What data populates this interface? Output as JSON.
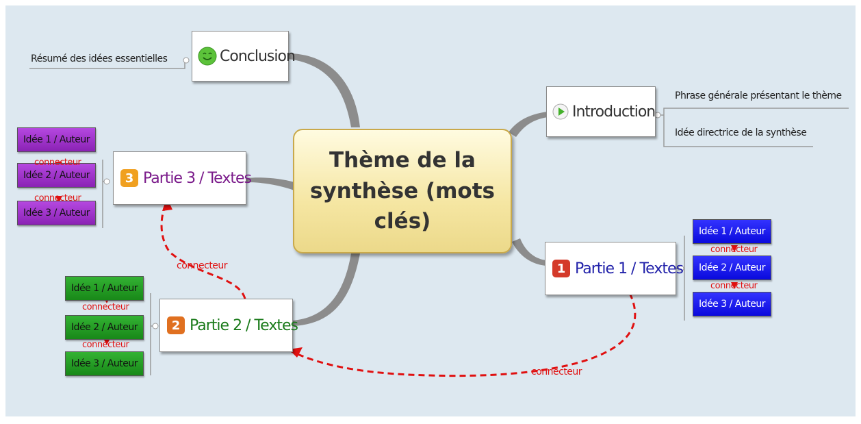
{
  "central": {
    "line1": "Thème de la",
    "line2": "synthèse (mots clés)"
  },
  "conclusion": {
    "label": "Conclusion",
    "icon": "smiley-icon",
    "leaf": "Résumé des idées essentielles"
  },
  "introduction": {
    "label": "Introduction",
    "icon": "play-icon",
    "leaves": [
      "Phrase générale présentant le thème",
      "Idée directrice de la synthèse"
    ]
  },
  "partie1": {
    "number": "1",
    "label": "Partie 1 / Textes",
    "color": "#2222aa",
    "badge_color": "#d43a2a",
    "ideas": [
      "Idée 1 / Auteur",
      "Idée 2 / Auteur",
      "Idée 3 / Auteur"
    ]
  },
  "partie2": {
    "number": "2",
    "label": "Partie 2 / Textes",
    "color": "#1a7a1a",
    "badge_color": "#e07020",
    "ideas": [
      "Idée 1 / Auteur",
      "Idée 2 / Auteur",
      "Idée 3 / Auteur"
    ]
  },
  "partie3": {
    "number": "3",
    "label": "Partie 3 / Textes",
    "color": "#7a1a8a",
    "badge_color": "#f0a020",
    "ideas": [
      "Idée 1 / Auteur",
      "Idée 2 / Auteur",
      "Idée 3 / Auteur"
    ]
  },
  "connector_label": "connecteur",
  "colors": {
    "connector": "#e01010",
    "branch": "#8c8c8c",
    "background": "#dde8f0"
  }
}
